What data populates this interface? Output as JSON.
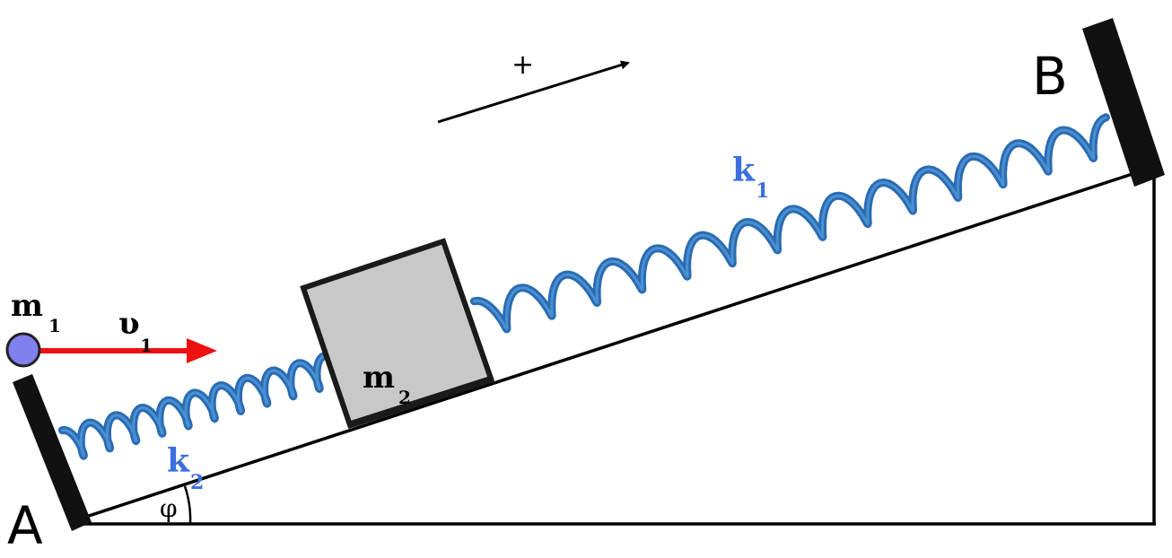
{
  "labels": {
    "point_a": "A",
    "point_b": "B",
    "positive_direction": "+",
    "mass_1": "m",
    "mass_1_sub": "1",
    "velocity_1": "υ",
    "velocity_1_sub": "1",
    "mass_2": "m",
    "mass_2_sub": "2",
    "spring_1": "k",
    "spring_1_sub": "1",
    "spring_2": "k",
    "spring_2_sub": "2",
    "angle": "φ"
  },
  "colors": {
    "spring": "#2a6cb3",
    "spring_highlight": "#4f93d6",
    "spring_label": "#3b6fe0",
    "block_fill": "#c8c8c8",
    "ball_fill": "#8080ee",
    "velocity_arrow": "#ee1111",
    "wall": "#111111"
  },
  "icons": {
    "wall_a": "wall-bar",
    "wall_b": "wall-bar",
    "direction": "arrow-right",
    "velocity": "arrow-right"
  }
}
